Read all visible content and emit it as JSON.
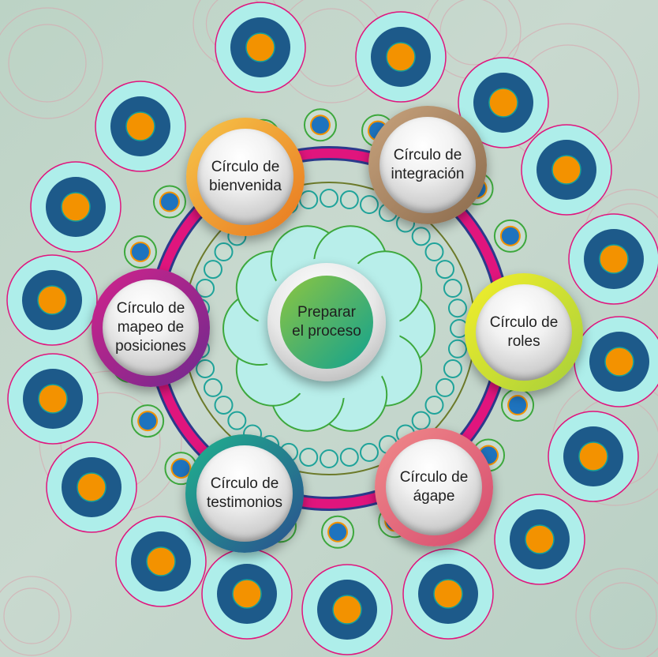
{
  "diagram": {
    "center": {
      "label": "Preparar\nel proceso",
      "gradient": [
        "#8dc63f",
        "#11a38f"
      ]
    },
    "stages": [
      {
        "id": "bienvenida",
        "label": "Círculo de\nbienvenida",
        "ring_colors": [
          "#f7c64a",
          "#e8771f"
        ]
      },
      {
        "id": "integracion",
        "label": "Círculo de\nintegración",
        "ring_colors": [
          "#c8a37d",
          "#8a6a4c"
        ]
      },
      {
        "id": "roles",
        "label": "Círculo de\nroles",
        "ring_colors": [
          "#f4ef2b",
          "#a6cf3a"
        ]
      },
      {
        "id": "agape",
        "label": "Círculo de\nágape",
        "ring_colors": [
          "#f08a8a",
          "#d64b6f"
        ]
      },
      {
        "id": "testimonios",
        "label": "Círculo de\ntestimonios",
        "ring_colors": [
          "#1fb38e",
          "#2a4e8f"
        ]
      },
      {
        "id": "mapeo",
        "label": "Círculo de\nmapeo de\nposiciones",
        "ring_colors": [
          "#d2238b",
          "#6e2a8e"
        ]
      }
    ]
  },
  "colors": {
    "ring_magenta": "#e0157d",
    "ring_blue": "#2b3a8c",
    "outer_light": "#aeeeea",
    "outer_dark": "#1d5a8a",
    "outer_orange": "#f39200",
    "petal_fill": "#b8eeea",
    "petal_stroke": "#3da83d",
    "small_blue": "#1e73be"
  }
}
